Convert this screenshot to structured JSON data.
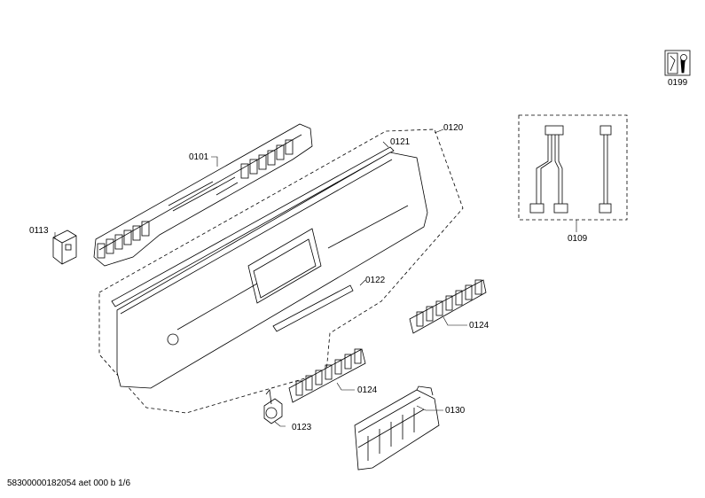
{
  "parts": [
    {
      "id": "p0101",
      "label": "0101"
    },
    {
      "id": "p0109",
      "label": "0109"
    },
    {
      "id": "p0113",
      "label": "0113"
    },
    {
      "id": "p0120",
      "label": "0120"
    },
    {
      "id": "p0121",
      "label": "0121"
    },
    {
      "id": "p0122",
      "label": "0122"
    },
    {
      "id": "p0123",
      "label": "0123"
    },
    {
      "id": "p0124a",
      "label": "0124"
    },
    {
      "id": "p0124b",
      "label": "0124"
    },
    {
      "id": "p0130",
      "label": "0130"
    },
    {
      "id": "p0199",
      "label": "0199"
    }
  ],
  "footer": {
    "text": "58300000182054 aet 000 b 1/6"
  }
}
